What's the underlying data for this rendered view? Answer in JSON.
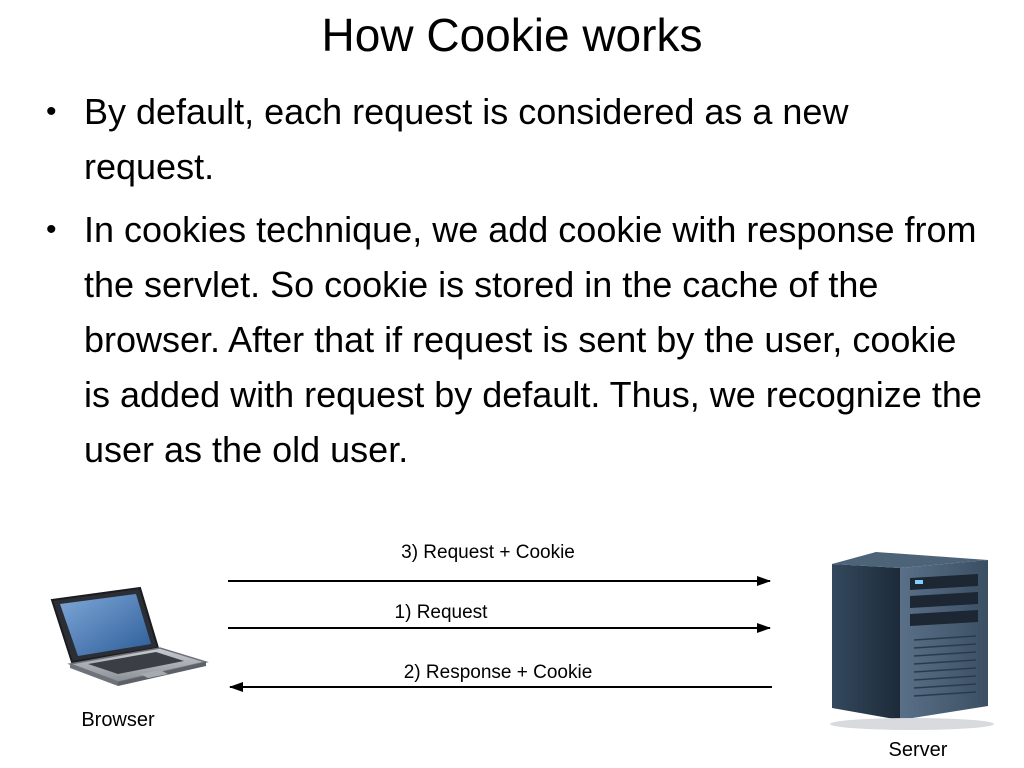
{
  "slide": {
    "title": "How Cookie works",
    "bullets": [
      "By default, each request is considered as a new request.",
      "In cookies technique, we add cookie with response from the servlet. So cookie is stored in the cache of the browser. After that if request is sent by the user, cookie is added with request by default. Thus, we recognize the user as the old user."
    ]
  },
  "diagram": {
    "arrows": [
      {
        "label": "3) Request + Cookie",
        "direction": "to-server"
      },
      {
        "label": "1) Request",
        "direction": "to-server"
      },
      {
        "label": "2) Response + Cookie",
        "direction": "to-browser"
      }
    ],
    "browser_label": "Browser",
    "server_label": "Server",
    "icons": {
      "browser": "laptop-icon",
      "server": "server-tower-icon"
    },
    "colors": {
      "laptop_screen": "#3a6fb0",
      "server_body": "#1f3042"
    }
  }
}
